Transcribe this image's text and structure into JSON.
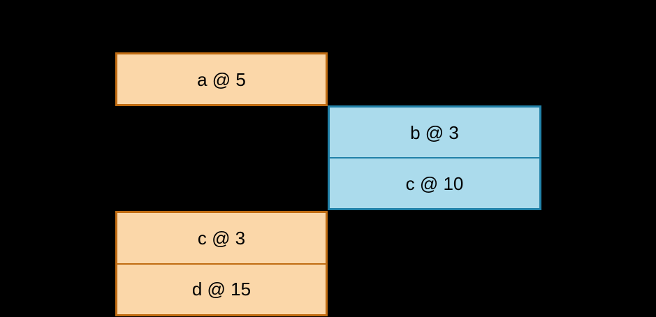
{
  "diagram": {
    "boxes": [
      {
        "id": "a",
        "label": "a @ 5",
        "stream": "orange"
      },
      {
        "id": "b",
        "label": "b @ 3",
        "stream": "blue"
      },
      {
        "id": "c10",
        "label": "c @ 10",
        "stream": "blue"
      },
      {
        "id": "c3",
        "label": "c @ 3",
        "stream": "orange"
      },
      {
        "id": "d",
        "label": "d @ 15",
        "stream": "orange"
      }
    ],
    "colors": {
      "background": "#000000",
      "orange_fill": "#FBD7A9",
      "orange_border": "#C06C12",
      "blue_fill": "#ABDBEC",
      "blue_border": "#2181A8",
      "text": "#000000"
    }
  }
}
